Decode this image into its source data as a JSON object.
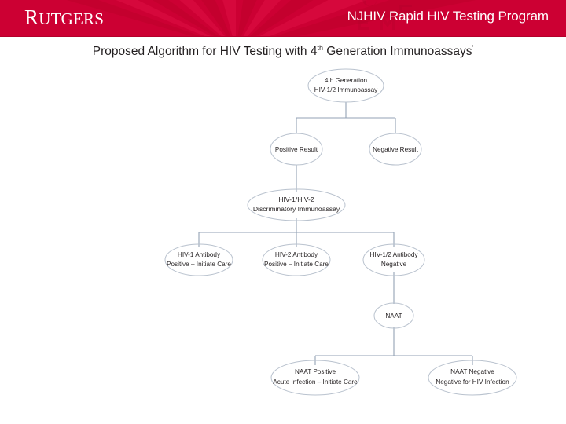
{
  "header": {
    "logo_text": "RUTGERS",
    "title": "NJHIV Rapid HIV Testing Program",
    "brand_color": "#cc0033",
    "text_color": "#ffffff"
  },
  "slide": {
    "diagram_title_prefix": "Proposed Algorithm for HIV Testing with 4",
    "diagram_title_sup": "th",
    "diagram_title_suffix": " Generation Immunoassays",
    "diagram_title_footnote": "'"
  },
  "chart_data": {
    "type": "diagram",
    "title": "Proposed Algorithm for HIV Testing with 4th Generation Immunoassays",
    "node_shape": "ellipse",
    "node_outline_color": "#b9c2ce",
    "connector_color": "#93a2b5",
    "nodes": [
      {
        "id": "assay",
        "level": 1,
        "lines": [
          "4th Generation",
          "HIV-1/2 Immunoassay"
        ]
      },
      {
        "id": "positive",
        "level": 2,
        "lines": [
          "Positive Result"
        ]
      },
      {
        "id": "negative",
        "level": 2,
        "lines": [
          "Negative Result"
        ]
      },
      {
        "id": "discriminatory",
        "level": 3,
        "lines": [
          "HIV-1/HIV-2",
          "Discriminatory Immunoassay"
        ]
      },
      {
        "id": "hiv1-ab-pos",
        "level": 4,
        "lines": [
          "HIV-1 Antibody",
          "Positive – Initiate Care"
        ]
      },
      {
        "id": "hiv2-ab-pos",
        "level": 4,
        "lines": [
          "HIV-2 Antibody",
          "Positive – Initiate Care"
        ]
      },
      {
        "id": "hiv12-ab-neg",
        "level": 4,
        "lines": [
          "HIV-1/2 Antibody",
          "Negative"
        ]
      },
      {
        "id": "naat",
        "level": 5,
        "lines": [
          "NAAT"
        ]
      },
      {
        "id": "naat-pos",
        "level": 6,
        "lines": [
          "NAAT Positive",
          "Acute Infection – Initiate Care"
        ]
      },
      {
        "id": "naat-neg",
        "level": 6,
        "lines": [
          "NAAT Negative",
          "Negative for HIV Infection"
        ]
      }
    ],
    "edges": [
      {
        "from": "assay",
        "to": "positive"
      },
      {
        "from": "assay",
        "to": "negative"
      },
      {
        "from": "positive",
        "to": "discriminatory"
      },
      {
        "from": "discriminatory",
        "to": "hiv1-ab-pos"
      },
      {
        "from": "discriminatory",
        "to": "hiv2-ab-pos"
      },
      {
        "from": "discriminatory",
        "to": "hiv12-ab-neg"
      },
      {
        "from": "hiv12-ab-neg",
        "to": "naat"
      },
      {
        "from": "naat",
        "to": "naat-pos"
      },
      {
        "from": "naat",
        "to": "naat-neg"
      }
    ]
  }
}
